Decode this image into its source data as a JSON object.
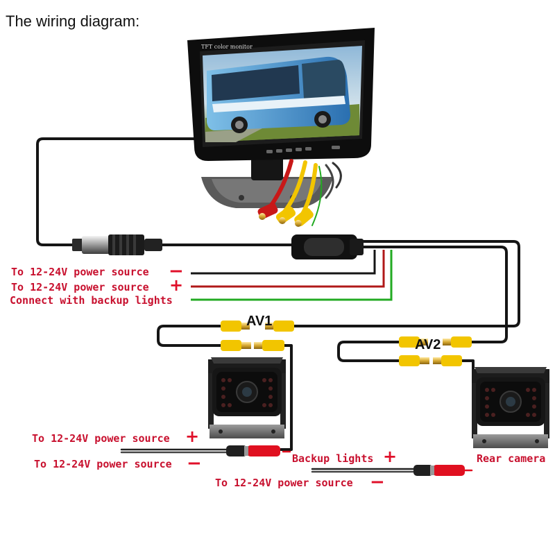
{
  "title": "The wiring diagram:",
  "monitor_label": "TFT color monitor",
  "labels": {
    "power_neg_top": "To 12-24V power source",
    "power_pos_top": "To 12-24V power source",
    "backup_lights_top": "Connect with backup lights",
    "cam1_power_pos": "To 12-24V power source",
    "cam1_power_neg": "To 12-24V power source",
    "backup_lights": "Backup lights",
    "cam2_power_neg": "To 12-24V power source",
    "rear_camera": "Rear camera"
  },
  "signs": {
    "plus": "+",
    "minus": "−"
  },
  "av1": "AV1",
  "av2": "AV2",
  "colors": {
    "label_red": "#c8102e",
    "wire_red": "#b01818",
    "wire_green": "#22aa22",
    "rca_yellow": "#f2c500"
  }
}
